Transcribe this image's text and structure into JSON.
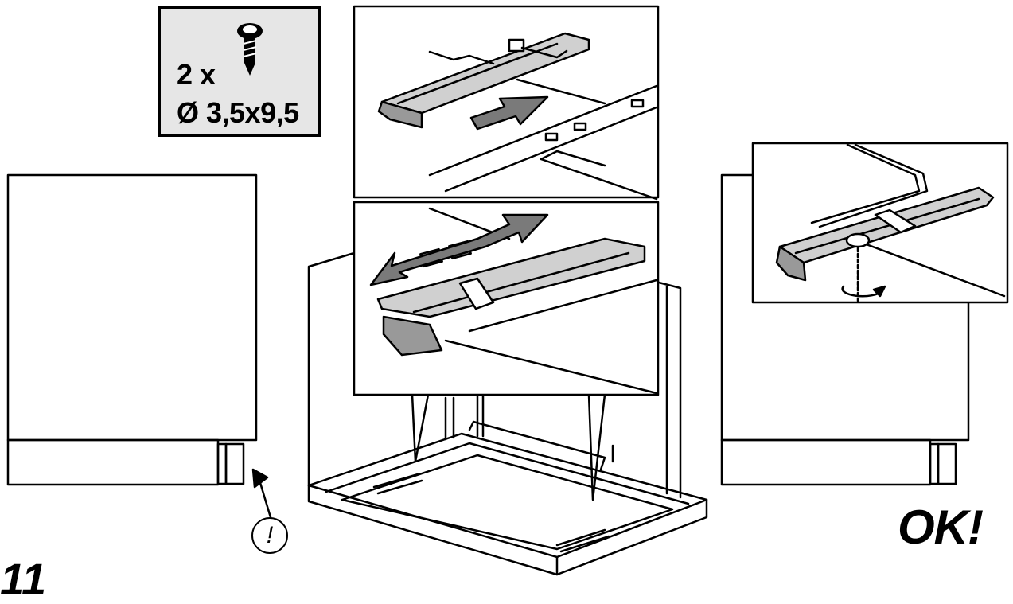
{
  "screw_box": {
    "quantity": "2 x",
    "dimensions": "Ø 3,5x9,5"
  },
  "status_text": "OK!",
  "warning_symbol": "!",
  "step_number": "11",
  "icons": [
    "screw-icon",
    "warning-icon",
    "rotate-arrow-icon",
    "push-arrow-icon",
    "double-arrow-icon"
  ]
}
